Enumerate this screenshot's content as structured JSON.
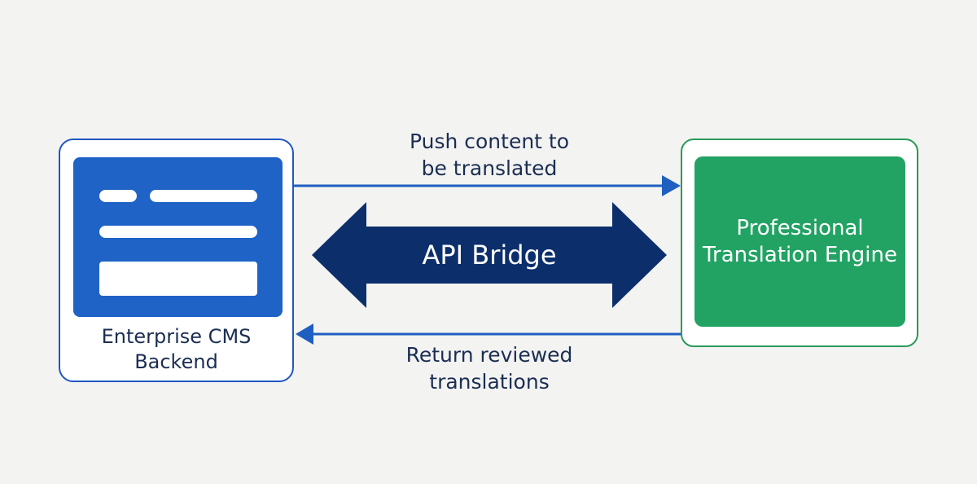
{
  "nodes": {
    "cms": {
      "label": "Enterprise CMS\nBackend"
    },
    "engine": {
      "label": "Professional\nTranslation Engine"
    }
  },
  "bridge": {
    "label": "API Bridge"
  },
  "flows": {
    "push": {
      "label": "Push content to\nbe translated"
    },
    "return": {
      "label": "Return reviewed\ntranslations"
    }
  },
  "colors": {
    "background": "#f3f3f2",
    "cms_blue": "#1f63c6",
    "cms_border": "#1f57c2",
    "engine_green": "#22a363",
    "engine_border": "#2a9a58",
    "bridge_navy": "#0c2f6b",
    "flow_arrow": "#1f5fc0",
    "text_dark": "#1b2e52"
  }
}
